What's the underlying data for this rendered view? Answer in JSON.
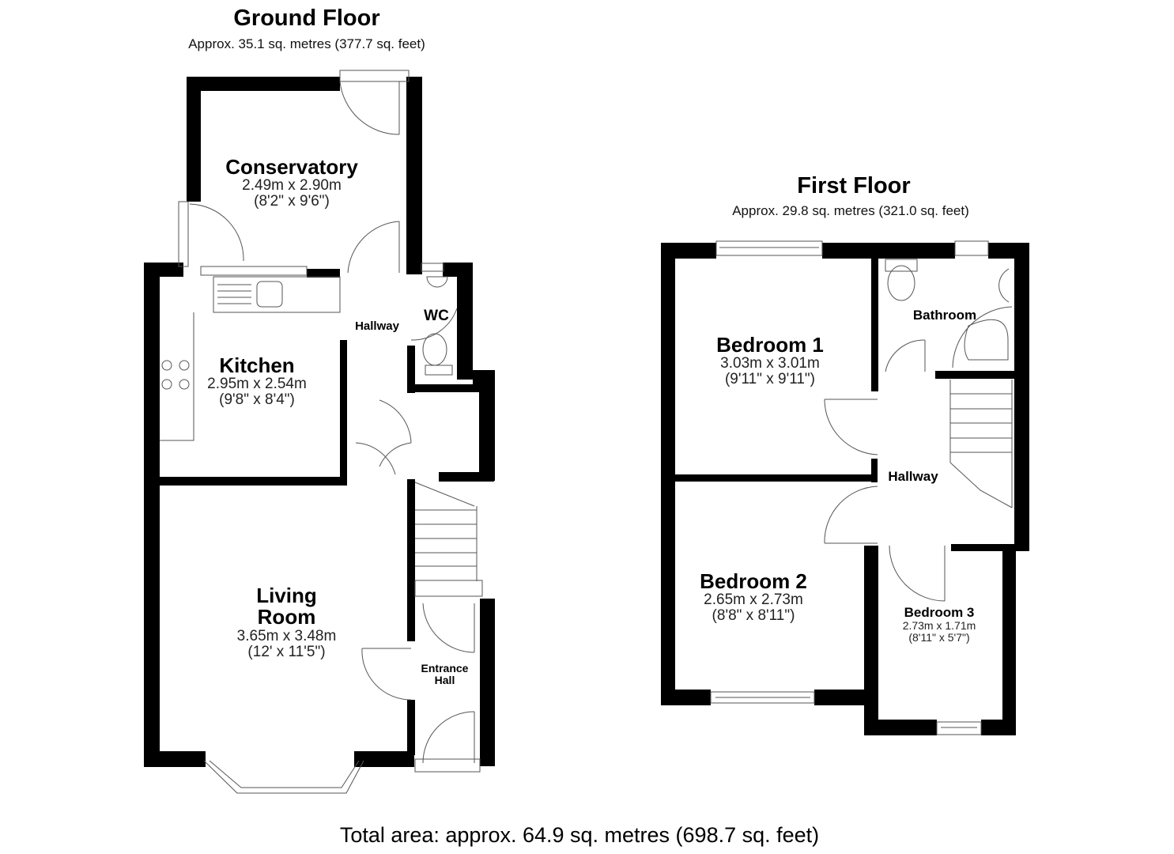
{
  "ground_floor": {
    "title": "Ground Floor",
    "area": "Approx. 35.1 sq. metres (377.7 sq. feet)",
    "rooms": {
      "conservatory": {
        "name": "Conservatory",
        "metric": "2.49m x 2.90m",
        "imperial": "(8'2\" x 9'6\")"
      },
      "kitchen": {
        "name": "Kitchen",
        "metric": "2.95m x 2.54m",
        "imperial": "(9'8\" x 8'4\")"
      },
      "living_room": {
        "name_line1": "Living",
        "name_line2": "Room",
        "metric": "3.65m x 3.48m",
        "imperial": "(12' x 11'5\")"
      },
      "hallway": {
        "name": "Hallway"
      },
      "wc": {
        "name": "WC"
      },
      "entrance_hall": {
        "name_line1": "Entrance",
        "name_line2": "Hall"
      }
    }
  },
  "first_floor": {
    "title": "First Floor",
    "area": "Approx. 29.8 sq. metres (321.0 sq. feet)",
    "rooms": {
      "bedroom1": {
        "name": "Bedroom 1",
        "metric": "3.03m x 3.01m",
        "imperial": "(9'11\" x 9'11\")"
      },
      "bedroom2": {
        "name": "Bedroom 2",
        "metric": "2.65m x 2.73m",
        "imperial": "(8'8\" x 8'11\")"
      },
      "bedroom3": {
        "name": "Bedroom 3",
        "metric": "2.73m x 1.71m",
        "imperial": "(8'11\" x 5'7\")"
      },
      "bathroom": {
        "name": "Bathroom"
      },
      "hallway": {
        "name": "Hallway"
      }
    }
  },
  "total_area": "Total area: approx. 64.9 sq. metres (698.7 sq. feet)",
  "colors": {
    "wall": "#000000",
    "background": "#ffffff",
    "fixture_line": "#555555"
  }
}
